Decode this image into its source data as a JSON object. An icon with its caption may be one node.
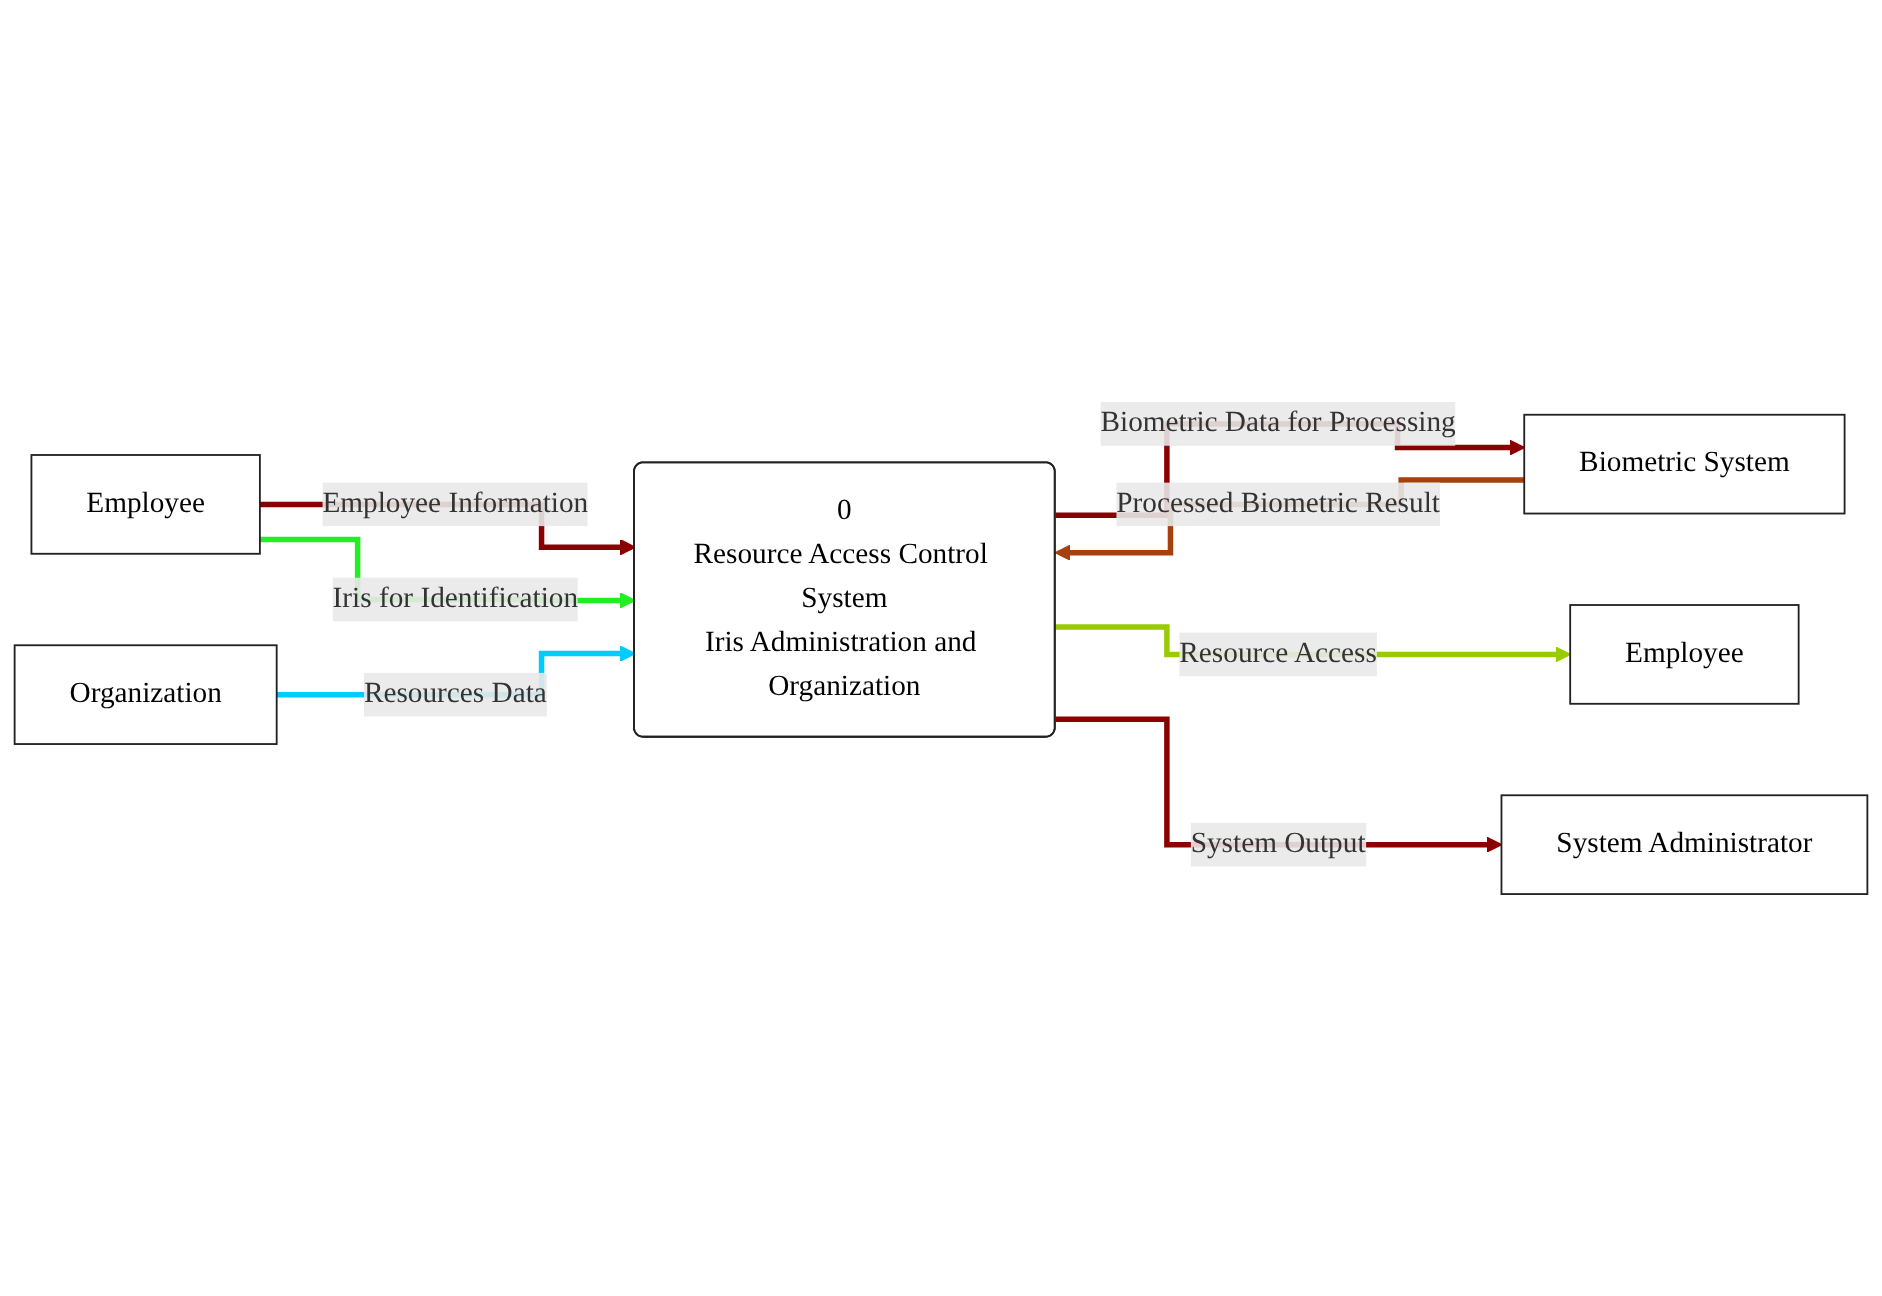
{
  "diagram": {
    "nodes": [
      {
        "text": [
          "Employee"
        ]
      },
      {
        "text": [
          "Biometric System"
        ]
      },
      {
        "text": [
          "0",
          "Resource Access Control System",
          "Iris Administration and Organization"
        ]
      },
      {
        "text": [
          "Employee"
        ]
      },
      {
        "text": [
          "Organization"
        ]
      },
      {
        "text": [
          "System Administrator"
        ]
      }
    ],
    "edges": [
      {
        "from": 0,
        "to": 2,
        "arrow": "to",
        "label": "Employee Information"
      },
      {
        "from": 0,
        "to": 2,
        "arrow": "to",
        "label": "Iris for Identification",
        "color": "#22ee22"
      },
      {
        "from": 2,
        "to": 1,
        "arrow": "to",
        "label": "Biometric Data for Processing"
      },
      {
        "from": 1,
        "to": 2,
        "arrow": "to",
        "label": "Processed Biometric Result",
        "color": "#a8400c"
      },
      {
        "from": 4,
        "to": 2,
        "arrow": "to",
        "label": "Resources Data",
        "color": "#00ccff"
      },
      {
        "from": 2,
        "to": 3,
        "arrow": "to",
        "label": "Resource Access",
        "color": "#99cc00"
      },
      {
        "from": 2,
        "to": 5,
        "arrow": "to",
        "label": "System Output"
      }
    ]
  }
}
